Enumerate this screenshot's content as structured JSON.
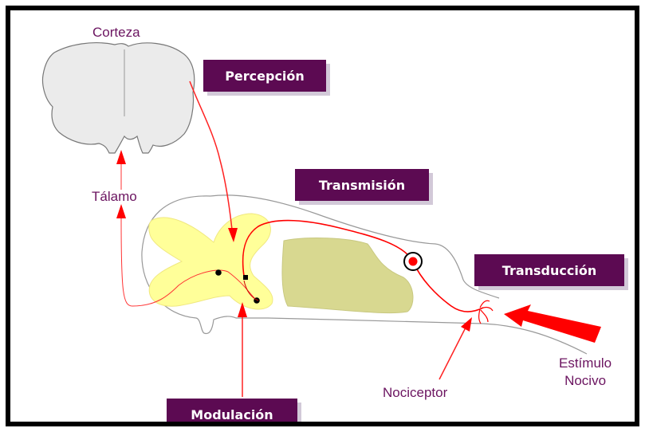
{
  "labels": {
    "corteza": "Corteza",
    "talamo": "Tálamo",
    "nociceptor": "Nociceptor",
    "estimulo_line1": "Estímulo",
    "estimulo_line2": "Nocivo"
  },
  "stages": {
    "percepcion": "Percepción",
    "transmision": "Transmisión",
    "transduccion": "Transducción",
    "modulacion": "Modulación"
  },
  "colors": {
    "box_fill": "#5c0a52",
    "label_text": "#6b1460",
    "pathway": "#ff0000",
    "gray_matter": "#ffff99",
    "ganglion": "#d8d890",
    "brain": "#ebebeb"
  }
}
